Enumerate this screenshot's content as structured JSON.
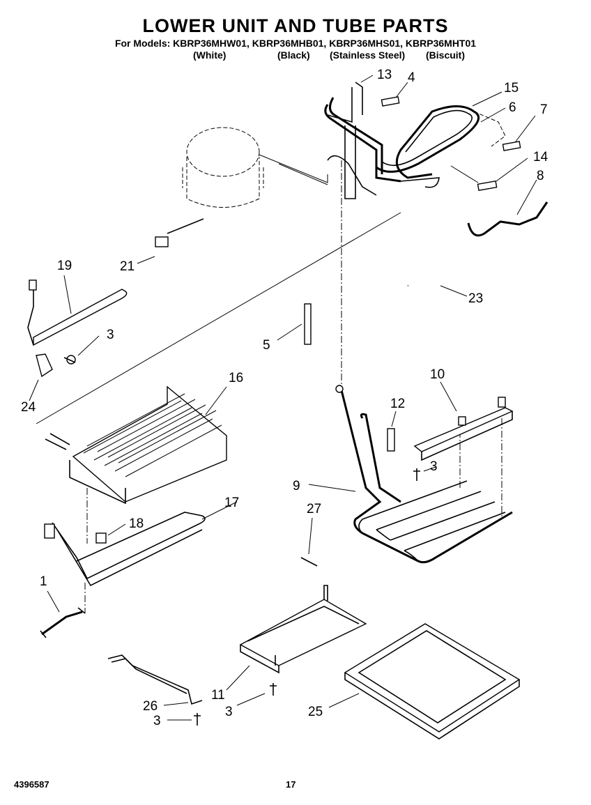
{
  "header": {
    "title": "LOWER UNIT AND TUBE PARTS",
    "models_line": "For Models: KBRP36MHW01, KBRP36MHB01, KBRP36MHS01, KBRP36MHT01",
    "variants": [
      "(White)",
      "(Black)",
      "(Stainless Steel)",
      "(Biscuit)"
    ]
  },
  "callouts": [
    "13",
    "4",
    "15",
    "6",
    "7",
    "14",
    "8",
    "21",
    "23",
    "19",
    "3",
    "5",
    "24",
    "16",
    "10",
    "12",
    "3",
    "9",
    "17",
    "27",
    "18",
    "1",
    "11",
    "26",
    "3",
    "3",
    "25"
  ],
  "footer": {
    "doc_number": "4396587",
    "page_number": "17"
  }
}
